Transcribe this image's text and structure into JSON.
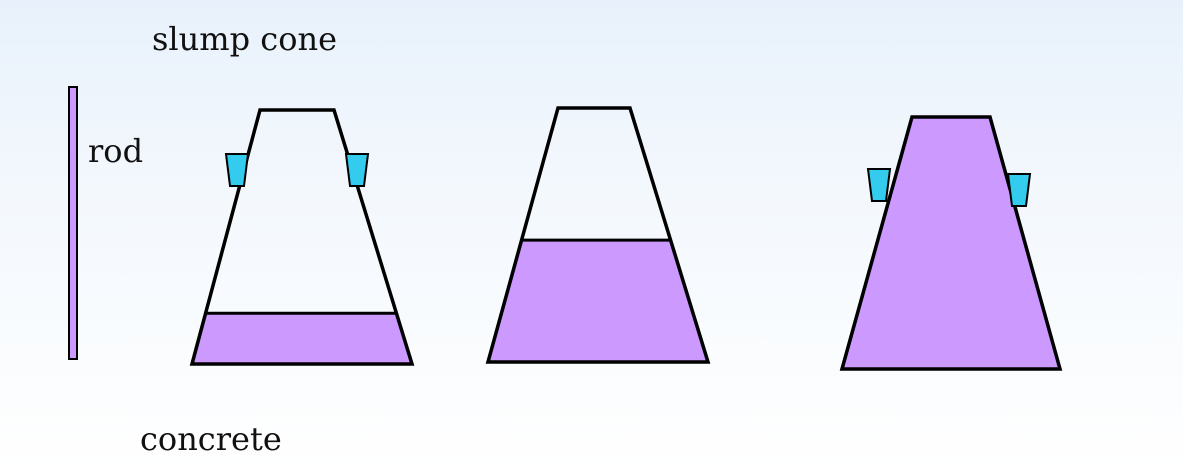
{
  "labels": {
    "title": "slump cone",
    "rod": "rod",
    "concrete": "concrete"
  },
  "fill_levels": {
    "cone_1": 0.2,
    "cone_2": 0.48,
    "cone_3": 1.0
  },
  "colors": {
    "concrete_fill": "#cc99ff",
    "handle_fill": "#33ccee",
    "outline": "#000000",
    "rod_fill": "#cc99ff"
  },
  "icons": {
    "handle": "bucket-handle-icon"
  }
}
